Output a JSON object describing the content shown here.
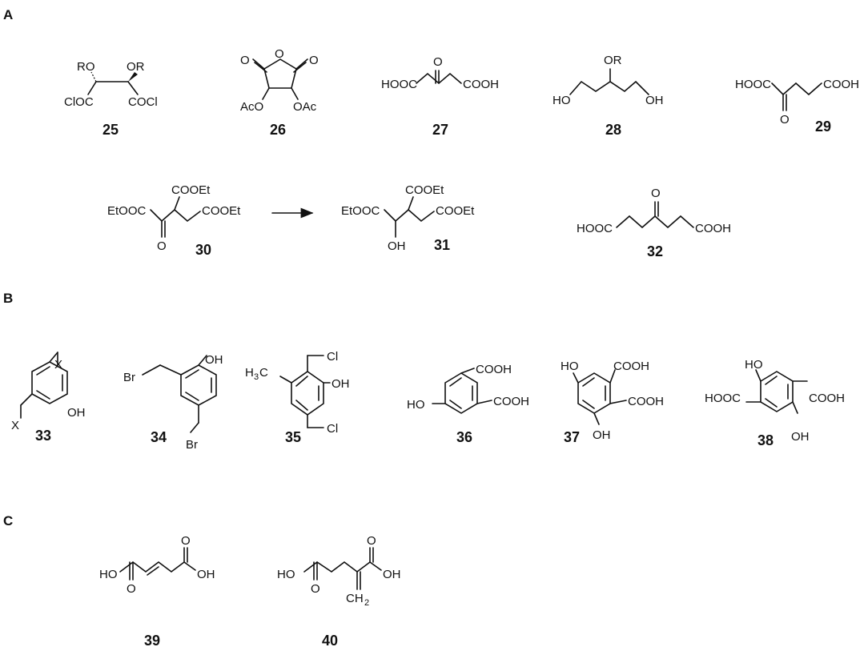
{
  "panels": {
    "a": "A",
    "b": "B",
    "c": "C"
  },
  "atoms": {
    "RO": "RO",
    "OR": "OR",
    "ClOC": "ClOC",
    "COCl": "COCl",
    "O": "O",
    "AcO": "AcO",
    "OAc": "OAc",
    "HOOC": "HOOC",
    "COOH": "COOH",
    "HO": "HO",
    "OH": "OH",
    "COOEt": "COOEt",
    "EtOOC": "EtOOC",
    "X": "X",
    "Br": "Br",
    "Cl": "Cl",
    "H": "H",
    "C": "C",
    "CH": "CH",
    "sub2": "2",
    "sub3": "3"
  },
  "compounds": [
    "25",
    "26",
    "27",
    "28",
    "29",
    "30",
    "31",
    "32",
    "33",
    "34",
    "35",
    "36",
    "37",
    "38",
    "39",
    "40"
  ]
}
